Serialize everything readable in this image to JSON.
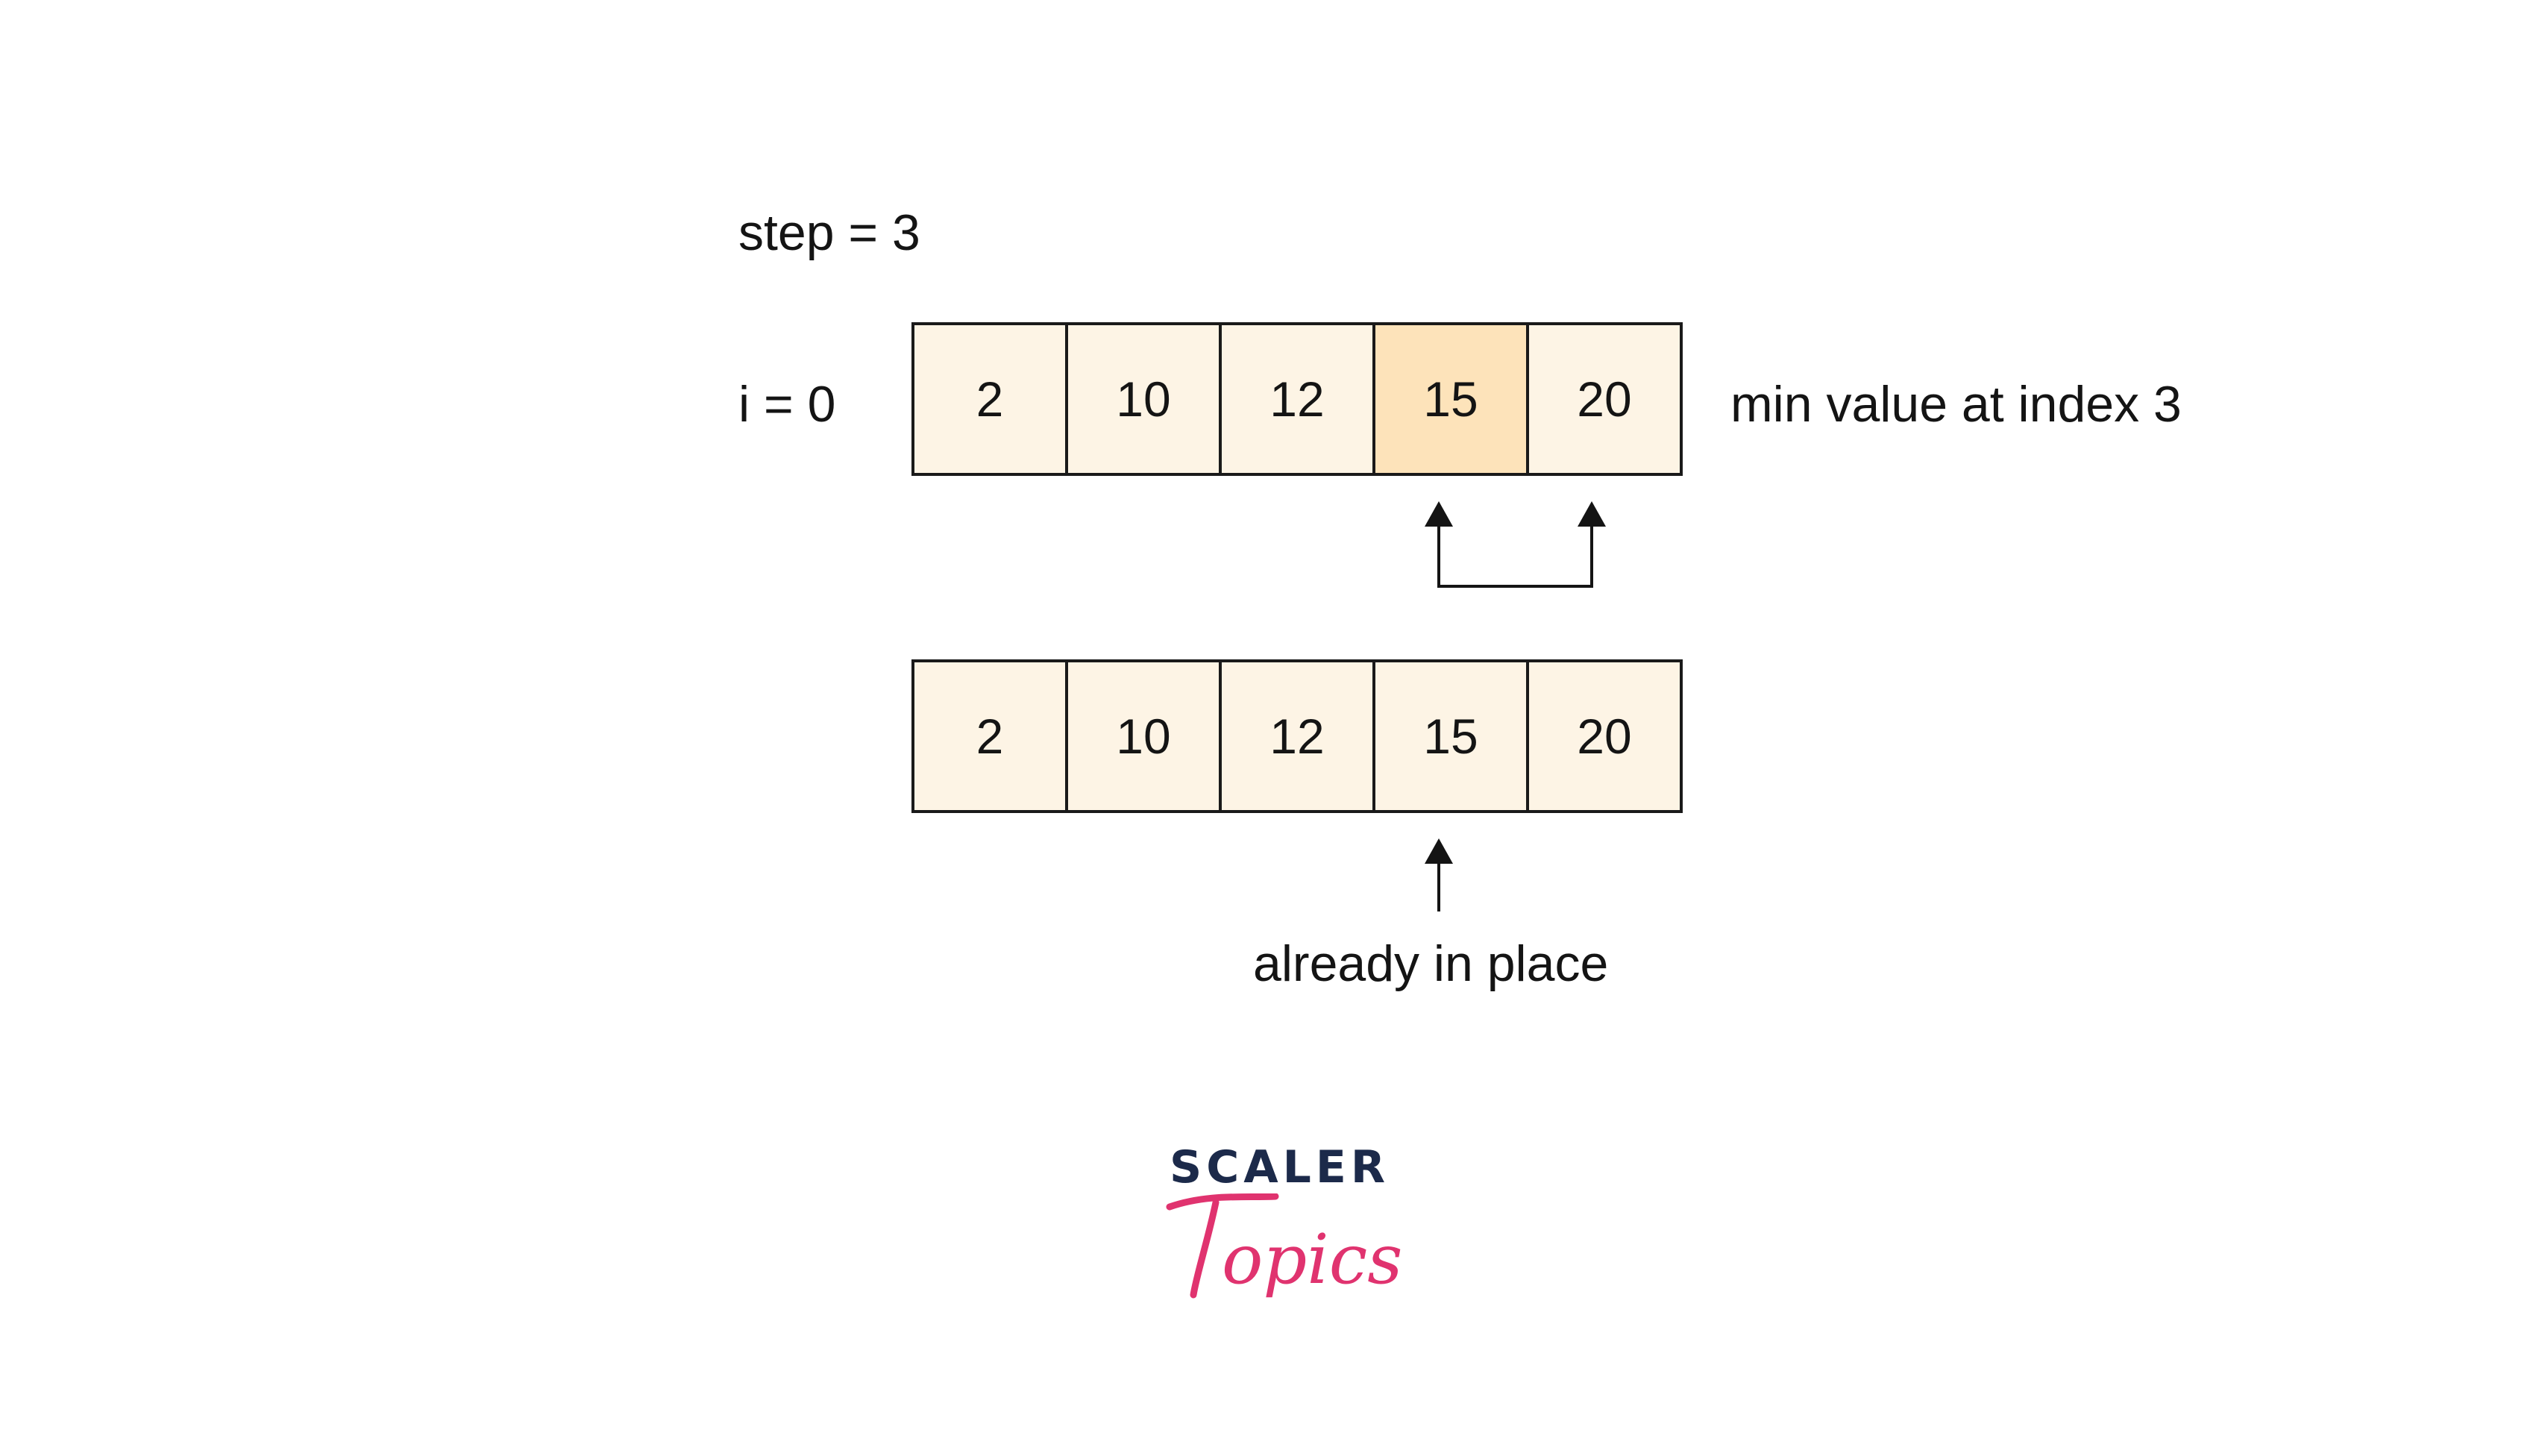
{
  "step_label": "step = 3",
  "i_label": "i = 0",
  "min_label": "min value at index 3",
  "top_array": {
    "values": [
      "2",
      "10",
      "12",
      "15",
      "20"
    ],
    "highlight_index": 3
  },
  "bottom_array": {
    "values": [
      "2",
      "10",
      "12",
      "15",
      "20"
    ]
  },
  "placed_label": "already in place",
  "logo": {
    "top_text": "SCALER",
    "script_text": "Topics"
  },
  "colors": {
    "cell_fill": "#fdf4e5",
    "cell_highlight": "#fde3ba",
    "logo_navy": "#1c2a4a",
    "logo_pink": "#e0336f"
  }
}
